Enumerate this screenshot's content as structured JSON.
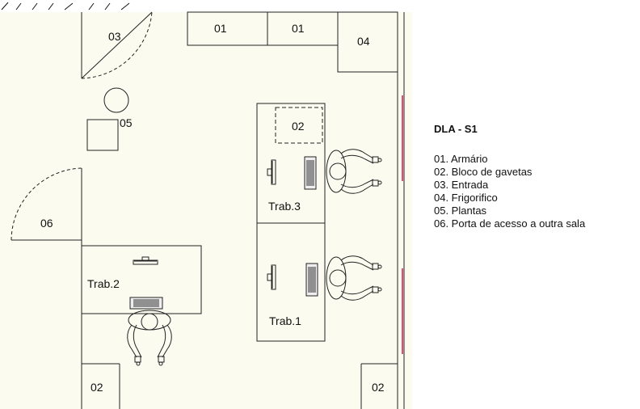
{
  "room": {
    "labels": {
      "armario_a": "01",
      "armario_b": "01",
      "entrada": "03",
      "frigorifico": "04",
      "plantas": "05",
      "porta": "06",
      "gavetas": "02",
      "canto_esq": "02",
      "canto_dir": "02"
    },
    "workstations": {
      "trab1": "Trab.1",
      "trab2": "Trab.2",
      "trab3": "Trab.3"
    }
  },
  "legend": {
    "title": "DLA - S1",
    "items": [
      "01. Armário",
      "02. Bloco de gavetas",
      "03. Entrada",
      "04. Frigorifico",
      "05. Plantas",
      "06. Porta de acesso a outra sala"
    ]
  },
  "colors": {
    "window": "#e05070",
    "floor": "#fcfbf0",
    "line": "#222222"
  }
}
